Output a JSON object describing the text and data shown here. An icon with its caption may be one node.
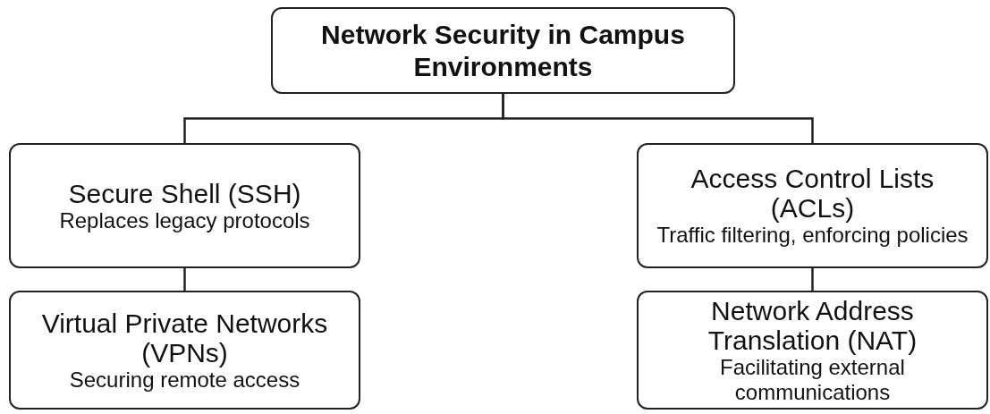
{
  "diagram": {
    "nodes": [
      {
        "text": [
          "Network Security in Campus Environments"
        ]
      },
      {
        "text": [
          "Secure Shell (SSH)",
          "Replaces legacy protocols"
        ]
      },
      {
        "text": [
          "Virtual Private Networks (VPNs)",
          "Securing remote access"
        ]
      },
      {
        "text": [
          "Access Control Lists (ACLs)",
          "Traffic filtering, enforcing policies"
        ]
      },
      {
        "text": [
          "Network Address Translation (NAT)",
          "Facilitating external communications"
        ]
      }
    ],
    "edges": [
      {
        "from": 0,
        "to": 1,
        "arrow": "none"
      },
      {
        "from": 0,
        "to": 3,
        "arrow": "none"
      },
      {
        "from": 1,
        "to": 2,
        "arrow": "none"
      },
      {
        "from": 3,
        "to": 4,
        "arrow": "none"
      }
    ]
  }
}
